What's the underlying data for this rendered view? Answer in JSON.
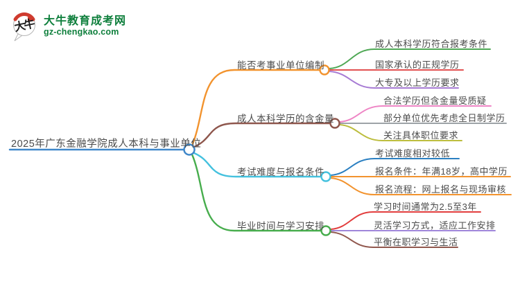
{
  "logo": {
    "mark": "大牛",
    "title": "大牛教育成考网",
    "subtitle": "gz-chengkao.com",
    "brand_green": "#0e7f3c",
    "seal_red": "#cf3b2f"
  },
  "mindmap": {
    "root": {
      "label": "2025年广东金融学院成人本科与事业单位",
      "color": "#3f87c9"
    },
    "branches": [
      {
        "label": "能否考事业单位编制",
        "color": "#f2932e",
        "children": [
          {
            "label": "成人本科学历符合报考条件",
            "color": "#4fa855"
          },
          {
            "label": "国家承认的正规学历",
            "color": "#e25050"
          },
          {
            "label": "大专及以上学历要求",
            "color": "#a77bd4"
          }
        ]
      },
      {
        "label": "成人本科学历的含金量",
        "color": "#8e564c",
        "children": [
          {
            "label": "合法学历但含金量受质疑",
            "color": "#ee85c5"
          },
          {
            "label": "部分单位优先考虑全日制学历",
            "color": "#9da3a7"
          },
          {
            "label": "关注具体职位要求",
            "color": "#bcbd3d"
          }
        ]
      },
      {
        "label": "考试难度与报名条件",
        "color": "#44c1de",
        "children": [
          {
            "label": "考试难度相对较低",
            "color": "#2a7fc1"
          },
          {
            "label": "报名条件：年满18岁，高中学历",
            "color": "#f2932e"
          },
          {
            "label": "报名流程：网上报名与现场审核",
            "color": "#f2932e"
          }
        ]
      },
      {
        "label": "毕业时间与学习安排",
        "color": "#47ad4d",
        "children": [
          {
            "label": "学习时间通常为2.5至3年",
            "color": "#e23d3d"
          },
          {
            "label": "灵活学习方式，适应工作安排",
            "color": "#9f86da"
          },
          {
            "label": "平衡在职学习与生活",
            "color": "#91584e"
          }
        ]
      }
    ]
  }
}
